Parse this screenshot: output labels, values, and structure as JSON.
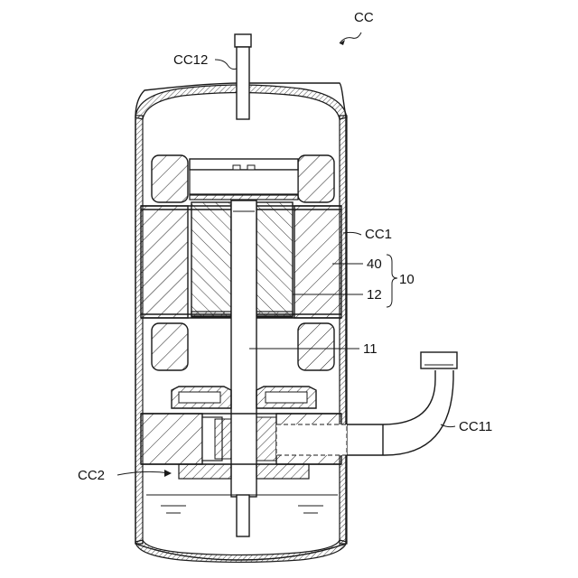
{
  "figure": {
    "labels": {
      "cc": "CC",
      "cc12": "CC12",
      "cc1": "CC1",
      "n40": "40",
      "n10": "10",
      "n12": "12",
      "n11": "11",
      "cc11": "CC11",
      "cc2": "CC2"
    }
  },
  "colors": {
    "line": "#1a1a1a",
    "background": "#ffffff"
  }
}
